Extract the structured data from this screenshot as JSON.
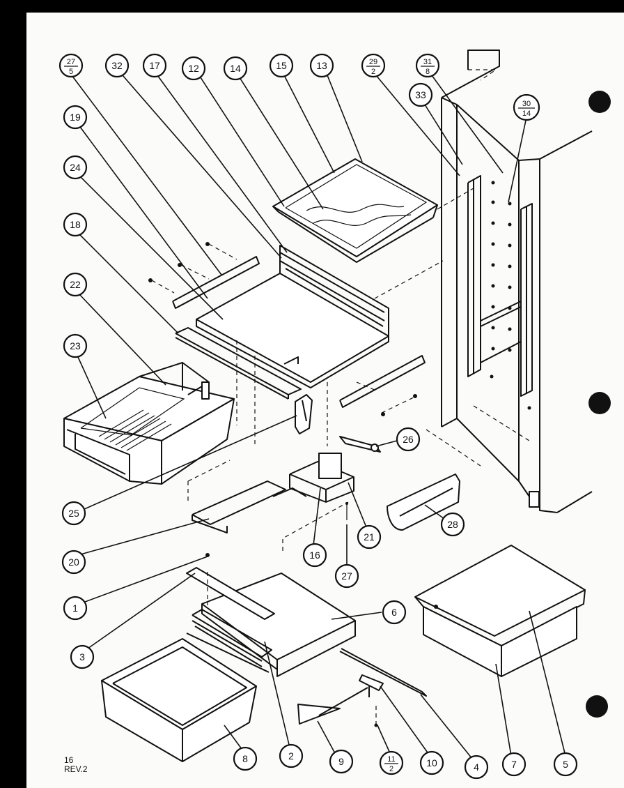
{
  "callouts": [
    {
      "id": "c-27-5",
      "top": "27",
      "bottom": "5"
    },
    {
      "id": "c-32",
      "label": "32"
    },
    {
      "id": "c-17",
      "label": "17"
    },
    {
      "id": "c-12",
      "label": "12"
    },
    {
      "id": "c-14",
      "label": "14"
    },
    {
      "id": "c-15",
      "label": "15"
    },
    {
      "id": "c-13",
      "label": "13"
    },
    {
      "id": "c-29-2",
      "top": "29",
      "bottom": "2"
    },
    {
      "id": "c-31-8",
      "top": "31",
      "bottom": "8"
    },
    {
      "id": "c-33",
      "label": "33"
    },
    {
      "id": "c-30-14",
      "top": "30",
      "bottom": "14"
    },
    {
      "id": "c-19",
      "label": "19"
    },
    {
      "id": "c-24",
      "label": "24"
    },
    {
      "id": "c-18",
      "label": "18"
    },
    {
      "id": "c-22",
      "label": "22"
    },
    {
      "id": "c-23",
      "label": "23"
    },
    {
      "id": "c-26",
      "label": "26"
    },
    {
      "id": "c-25",
      "label": "25"
    },
    {
      "id": "c-28",
      "label": "28"
    },
    {
      "id": "c-21",
      "label": "21"
    },
    {
      "id": "c-20",
      "label": "20"
    },
    {
      "id": "c-16",
      "label": "16"
    },
    {
      "id": "c-27",
      "label": "27"
    },
    {
      "id": "c-6",
      "label": "6"
    },
    {
      "id": "c-1",
      "label": "1"
    },
    {
      "id": "c-3",
      "label": "3"
    },
    {
      "id": "c-8",
      "label": "8"
    },
    {
      "id": "c-2",
      "label": "2"
    },
    {
      "id": "c-9",
      "label": "9"
    },
    {
      "id": "c-11-2",
      "top": "11",
      "bottom": "2"
    },
    {
      "id": "c-10",
      "label": "10"
    },
    {
      "id": "c-4",
      "label": "4"
    },
    {
      "id": "c-7",
      "label": "7"
    },
    {
      "id": "c-5",
      "label": "5"
    }
  ],
  "page_note": {
    "line1": "16",
    "line2": "REV.2"
  }
}
